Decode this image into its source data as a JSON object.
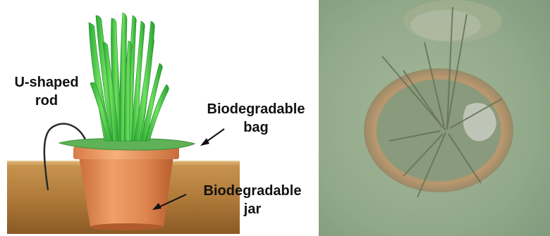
{
  "diagram": {
    "labels": {
      "rod": [
        "U-shaped",
        "rod"
      ],
      "bag": [
        "Biodegradable",
        "bag"
      ],
      "jar": [
        "Biodegradable",
        "jar"
      ]
    },
    "colors": {
      "soil": "#B98442",
      "soil_dark": "#8D5E28",
      "pot": "#E38A55",
      "pot_dark": "#C76B3A",
      "bag": "#5FB257",
      "grass": "#2FB53A",
      "grass_light": "#7DE06F",
      "rod": "#2A2A2A",
      "water": "#8FA68A"
    }
  },
  "photo": {
    "description_icon": "underwater-planted-seagrass-photo"
  }
}
